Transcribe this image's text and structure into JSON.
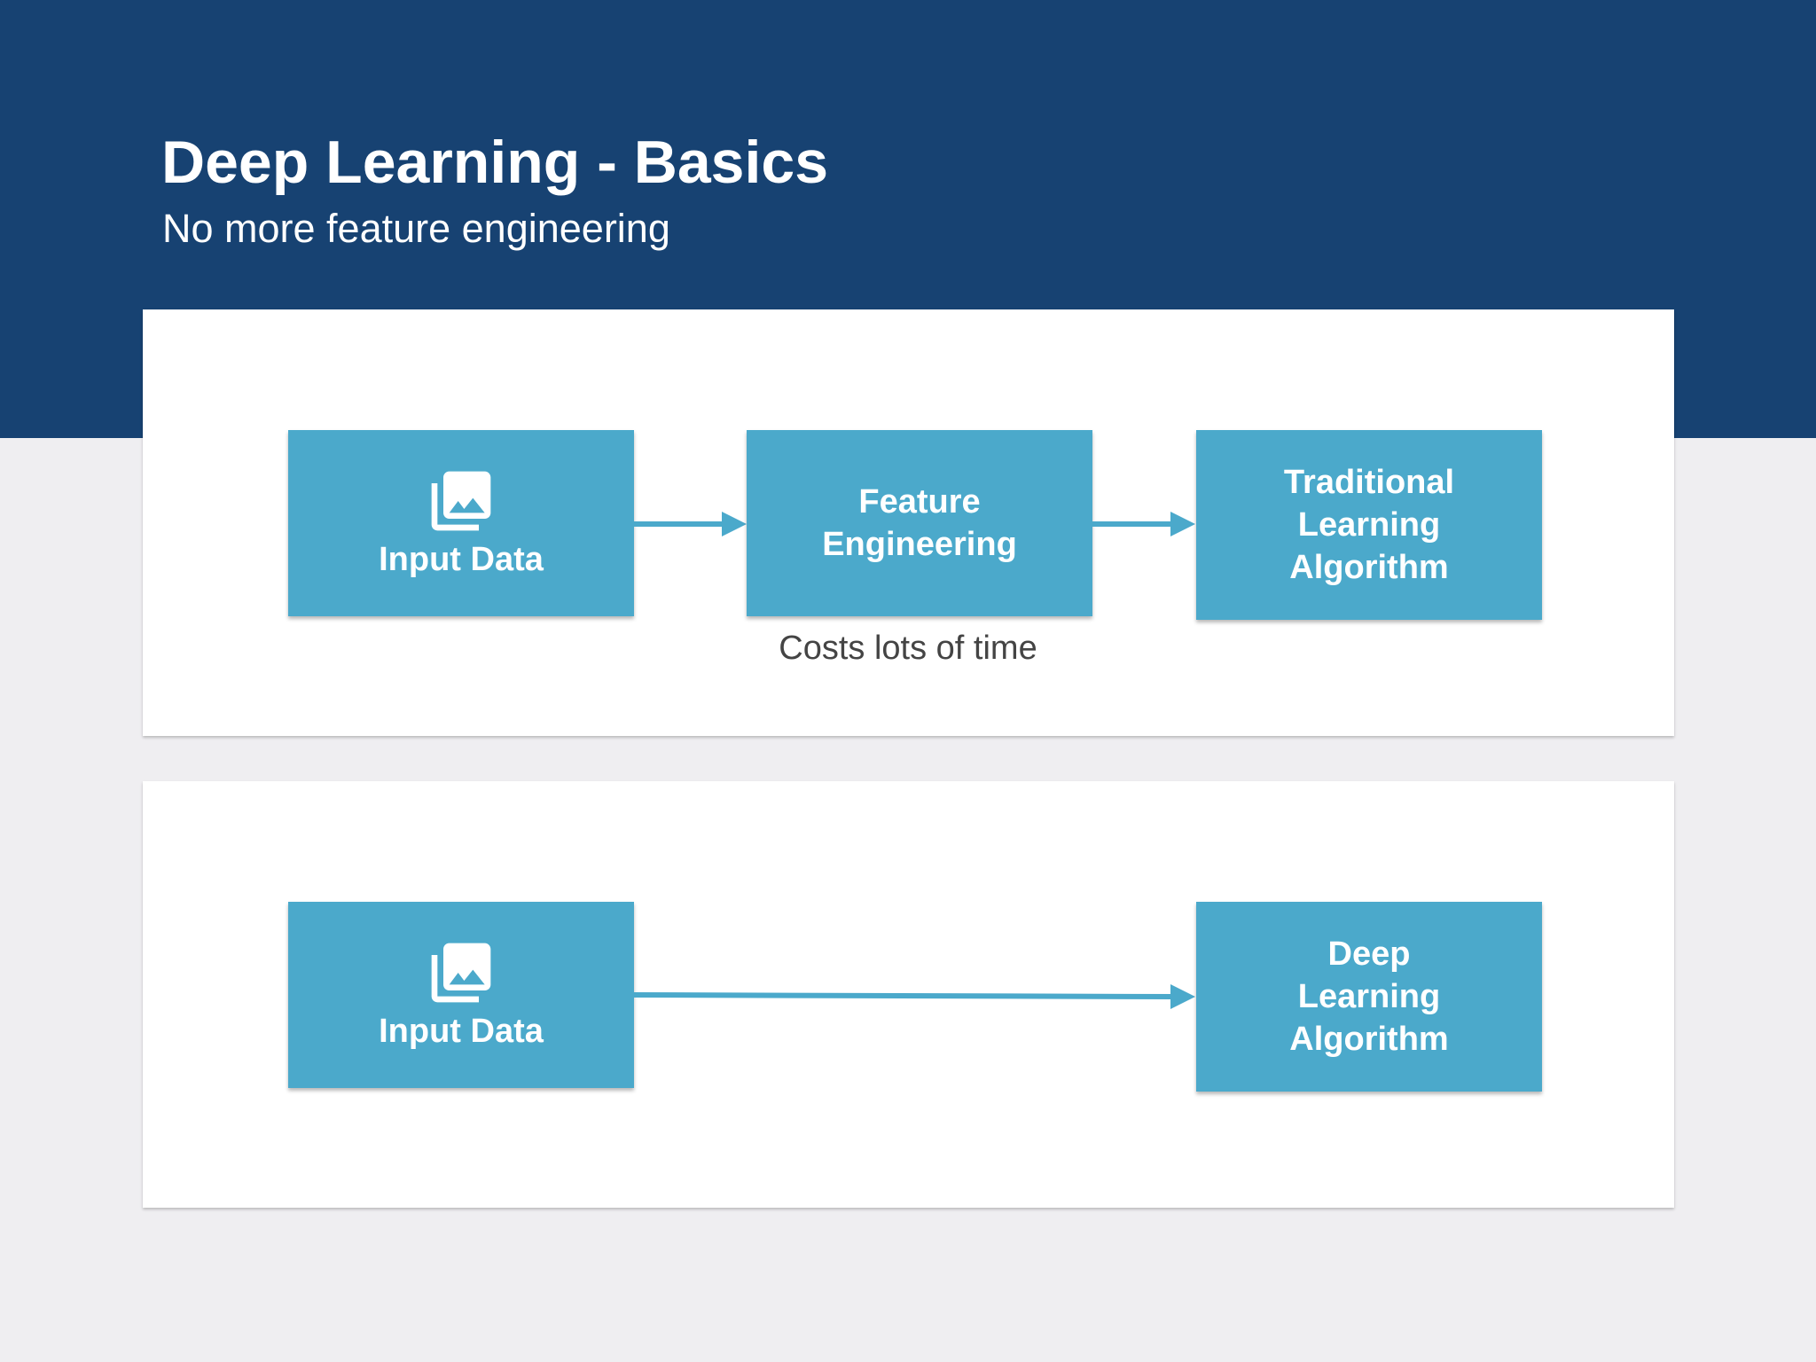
{
  "header": {
    "title": "Deep Learning - Basics",
    "subtitle": "No more feature engineering"
  },
  "colors": {
    "header_band": "#174272",
    "background": "#efeef1",
    "box_fill": "#4ba9cb",
    "arrow": "#4ba9cb",
    "text_light": "#ffffff",
    "caption_text": "#444444"
  },
  "traditional_pipeline": {
    "nodes": [
      {
        "label": "Input Data",
        "icon": "image-stack-icon"
      },
      {
        "label": "Feature Engineering"
      },
      {
        "label": "Traditional Learning Algorithm"
      }
    ],
    "caption": "Costs lots of time"
  },
  "deep_pipeline": {
    "nodes": [
      {
        "label": "Input Data",
        "icon": "image-stack-icon"
      },
      {
        "label": "Deep Learning Algorithm"
      }
    ]
  }
}
